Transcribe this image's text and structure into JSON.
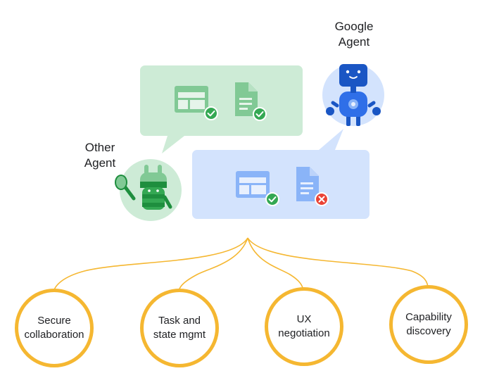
{
  "agents": {
    "google": {
      "line1": "Google",
      "line2": "Agent",
      "icon": "blue-robot-icon"
    },
    "other": {
      "line1": "Other",
      "line2": "Agent",
      "icon": "green-robot-icon"
    }
  },
  "bubbles": {
    "google_bubble": {
      "items": [
        {
          "icon": "spreadsheet-icon",
          "status": "check-icon"
        },
        {
          "icon": "document-icon",
          "status": "check-icon"
        }
      ]
    },
    "other_bubble": {
      "items": [
        {
          "icon": "spreadsheet-icon",
          "status": "check-icon"
        },
        {
          "icon": "document-icon",
          "status": "cross-icon"
        }
      ]
    }
  },
  "capabilities": [
    {
      "line1": "Secure",
      "line2": "collaboration"
    },
    {
      "line1": "Task and",
      "line2": "state mgmt"
    },
    {
      "line1": "UX",
      "line2": "negotiation"
    },
    {
      "line1": "Capability",
      "line2": "discovery"
    }
  ],
  "colors": {
    "green_bubble": "#cdebd6",
    "blue_bubble": "#d3e3fd",
    "green_icon": "#81c995",
    "blue_icon": "#8ab4f8",
    "check": "#34a853",
    "cross": "#ea4335",
    "connector": "#f5b731"
  }
}
